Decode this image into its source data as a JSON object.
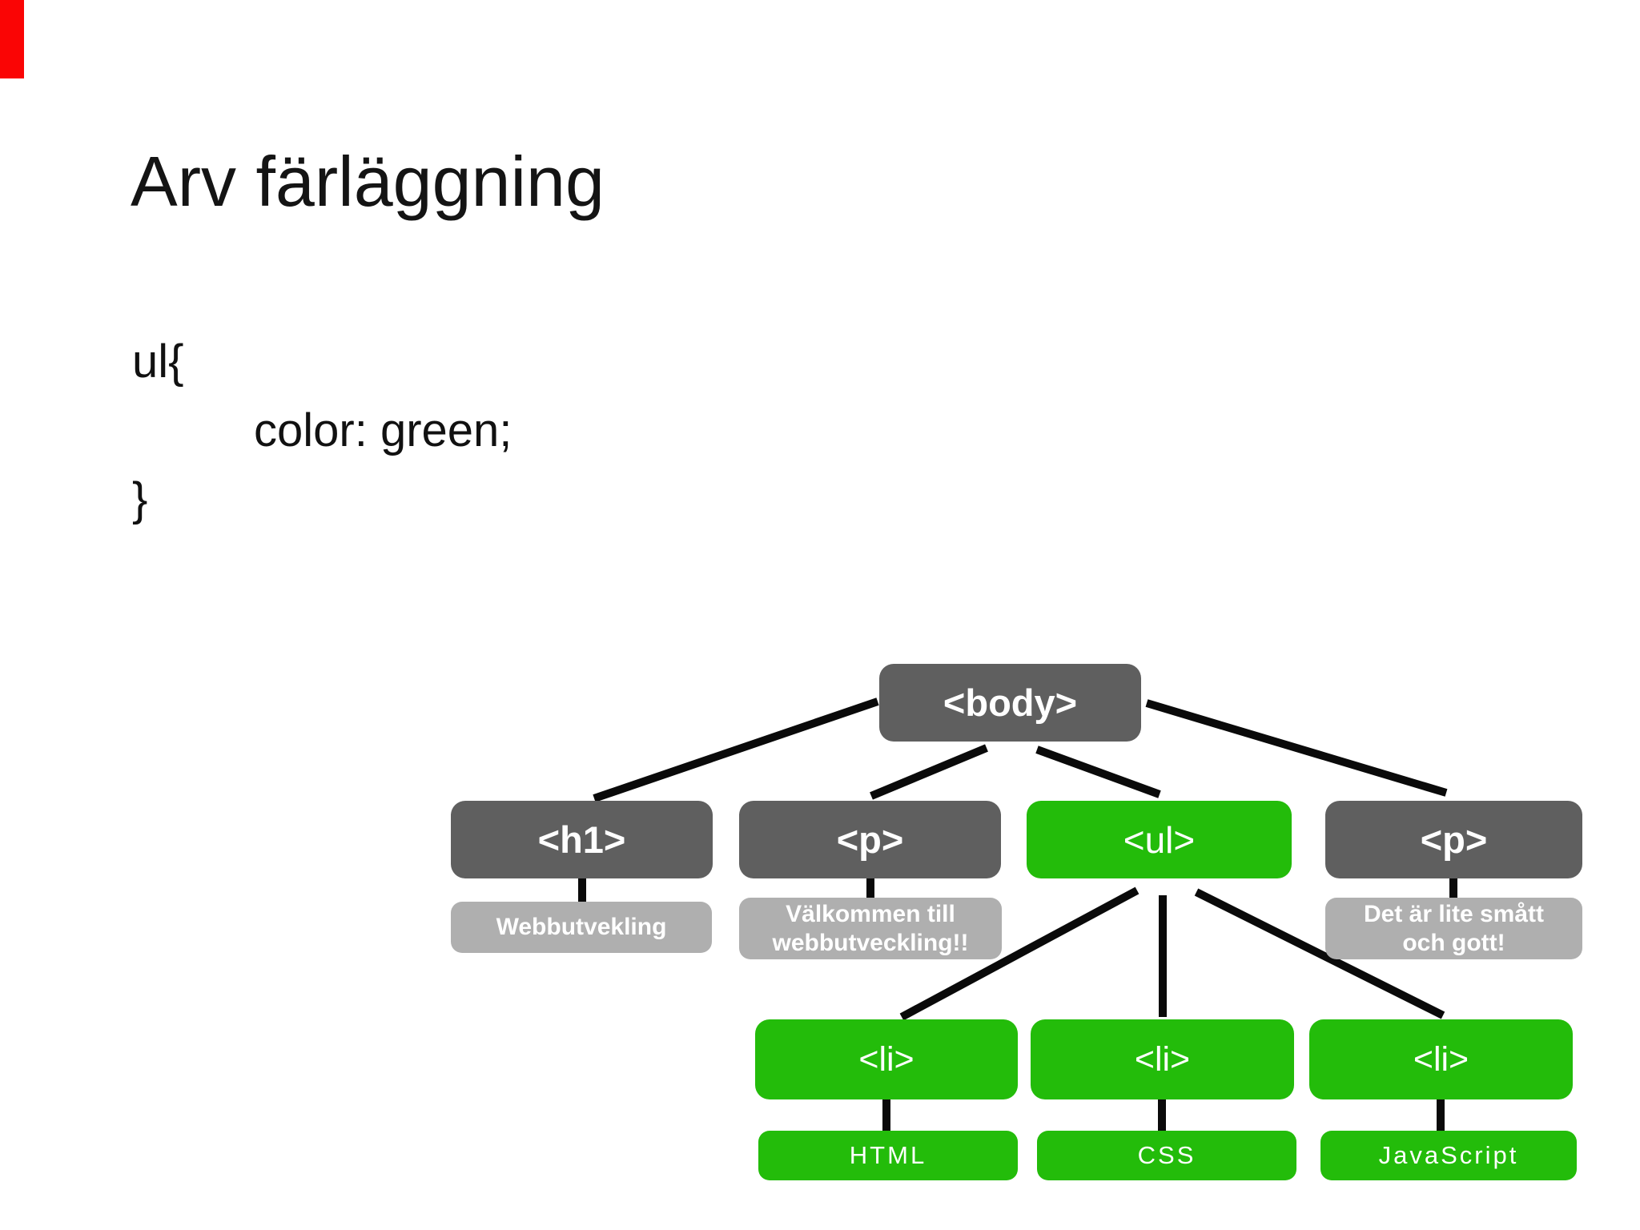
{
  "slide": {
    "title": "Arv färläggning",
    "code": {
      "line1": "ul{",
      "line2": "color: green;",
      "line3": "}"
    },
    "colors": {
      "red_marker": "#fa0505",
      "dark_node": "#5f5f5f",
      "green_node": "#23bc0a",
      "gray_label": "#afafaf",
      "connector": "#0a0a0a",
      "node_text": "#ffffff"
    },
    "tree": {
      "root": {
        "tag": "<body>"
      },
      "h1": {
        "tag": "<h1>",
        "label": "Webbutvekling"
      },
      "p1": {
        "tag": "<p>",
        "label_line1": "Välkommen till",
        "label_line2": "webbutveckling!!"
      },
      "ul": {
        "tag": "<ul>"
      },
      "p2": {
        "tag": "<p>",
        "label_line1": "Det är lite smått",
        "label_line2": "och gott!"
      },
      "li1": {
        "tag": "<li>",
        "label": "HTML"
      },
      "li2": {
        "tag": "<li>",
        "label": "CSS"
      },
      "li3": {
        "tag": "<li>",
        "label": "JavaScript"
      }
    }
  }
}
